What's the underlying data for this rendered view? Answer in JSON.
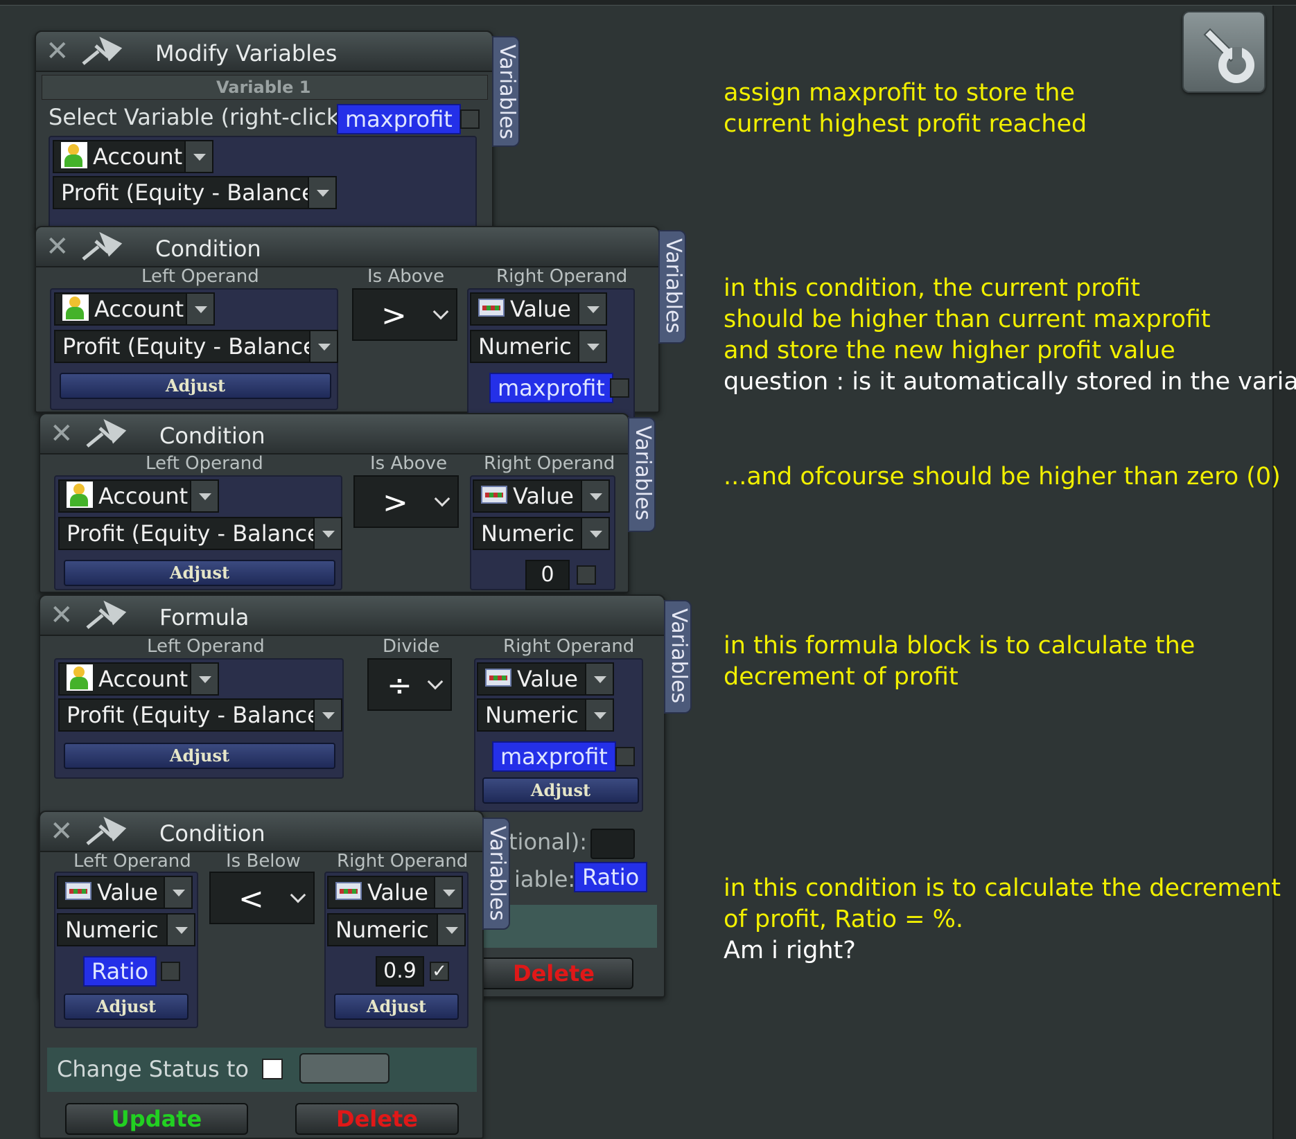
{
  "tool_button": {
    "icon": "wrench-icon"
  },
  "tab_label": "Variables",
  "modify_variables": {
    "title": "Modify Variables",
    "section": "Variable 1",
    "select_label": "Select Variable (right-click)",
    "selected_variable": "maxprofit",
    "source": "Account",
    "field": "Profit (Equity - Balance)"
  },
  "condition1": {
    "title": "Condition",
    "left_label": "Left Operand",
    "op_label": "Is Above",
    "right_label": "Right Operand",
    "left_source": "Account",
    "left_field": "Profit (Equity - Balance)",
    "operator": ">",
    "right_source": "Value",
    "right_type": "Numeric",
    "right_value": "maxprofit",
    "adjust": "Adjust"
  },
  "condition2": {
    "title": "Condition",
    "left_label": "Left Operand",
    "op_label": "Is Above",
    "right_label": "Right Operand",
    "left_source": "Account",
    "left_field": "Profit (Equity - Balance)",
    "operator": ">",
    "right_source": "Value",
    "right_type": "Numeric",
    "right_value": "0",
    "adjust": "Adjust"
  },
  "formula": {
    "title": "Formula",
    "left_label": "Left Operand",
    "op_label": "Divide",
    "right_label": "Right Operand",
    "left_source": "Account",
    "left_field": "Profit (Equity - Balance)",
    "operator": "÷",
    "right_source": "Value",
    "right_type": "Numeric",
    "right_value": "maxprofit",
    "adjust_left": "Adjust",
    "adjust_right": "Adjust",
    "optional_label": "tional):",
    "variable_label": "iable:",
    "result_variable": "Ratio",
    "delete": "Delete"
  },
  "condition3": {
    "title": "Condition",
    "left_label": "Left Operand",
    "op_label": "Is Below",
    "right_label": "Right Operand",
    "left_source": "Value",
    "left_type": "Numeric",
    "left_value": "Ratio",
    "operator": "<",
    "right_source": "Value",
    "right_type": "Numeric",
    "right_value": "0.9",
    "adjust_left": "Adjust",
    "adjust_right": "Adjust",
    "change_status": "Change Status to",
    "update": "Update",
    "delete": "Delete"
  },
  "annotations": {
    "a1": [
      "assign maxprofit to store the",
      "current highest profit reached"
    ],
    "a2": [
      "in this condition, the current profit",
      "should be higher than current maxprofit",
      "and store the new higher profit value"
    ],
    "a2_question": "question : is it automatically stored in the variable?",
    "a3": "...and ofcourse should be higher than zero (0)",
    "a4": [
      "in this formula block is to calculate the",
      "decrement of profit"
    ],
    "a5": [
      "in this condition is to calculate the decrement",
      "of profit, Ratio = %."
    ],
    "a5_question": "Am i right?"
  },
  "colors": {
    "annotation": "#f2f000",
    "variable_pill": "#2430e8",
    "update": "#22d022",
    "delete": "#e01818"
  }
}
